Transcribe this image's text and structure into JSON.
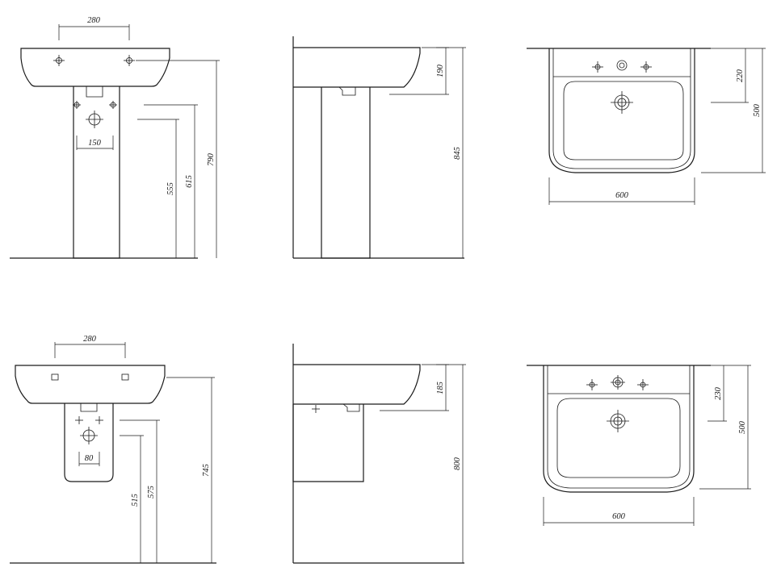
{
  "dimensions": {
    "pedestal_front_basin_width": "280",
    "pedestal_front_fixing_spacing": "150",
    "pedestal_front_waste_height": "555",
    "pedestal_front_fixing_height": "615",
    "pedestal_front_rim_height": "790",
    "pedestal_side_basin_depth": "190",
    "pedestal_side_total_height": "845",
    "pedestal_top_tap_offset": "220",
    "pedestal_top_depth": "500",
    "pedestal_top_width": "600",
    "semi_front_basin_width": "280",
    "semi_front_fixing_spacing": "80",
    "semi_front_waste_height": "515",
    "semi_front_fixing_height": "575",
    "semi_front_rim_height": "745",
    "semi_side_basin_depth": "185",
    "semi_side_total_height": "800",
    "semi_top_tap_offset": "230",
    "semi_top_depth": "500",
    "semi_top_width": "600"
  }
}
